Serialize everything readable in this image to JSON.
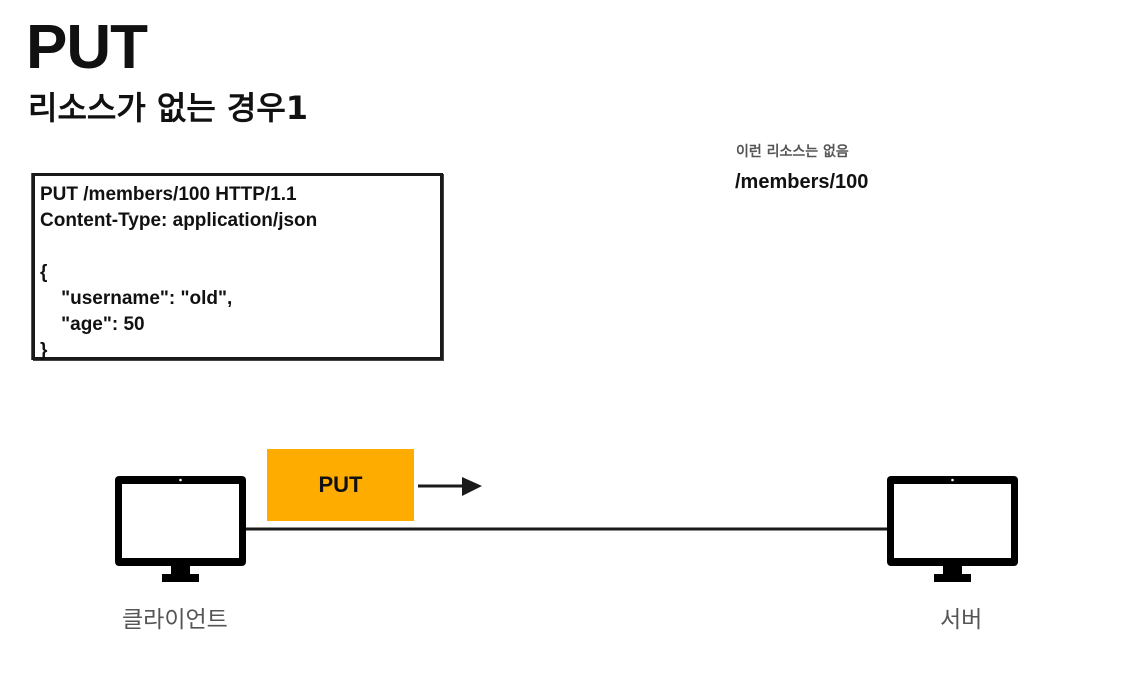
{
  "title": "PUT",
  "subtitle": "리소스가 없는 경우1",
  "request": {
    "lines": [
      "PUT /members/100 HTTP/1.1",
      "Content-Type: application/json",
      "",
      "{",
      "    \"username\": \"old\",",
      "    \"age\": 50",
      "}"
    ]
  },
  "server_state": {
    "note": "이런 리소스는 없음",
    "path": "/members/100"
  },
  "message": {
    "label": "PUT",
    "color": "#ffac00"
  },
  "client": {
    "label": "클라이언트",
    "icon": "monitor-icon"
  },
  "server": {
    "label": "서버",
    "icon": "monitor-icon"
  }
}
